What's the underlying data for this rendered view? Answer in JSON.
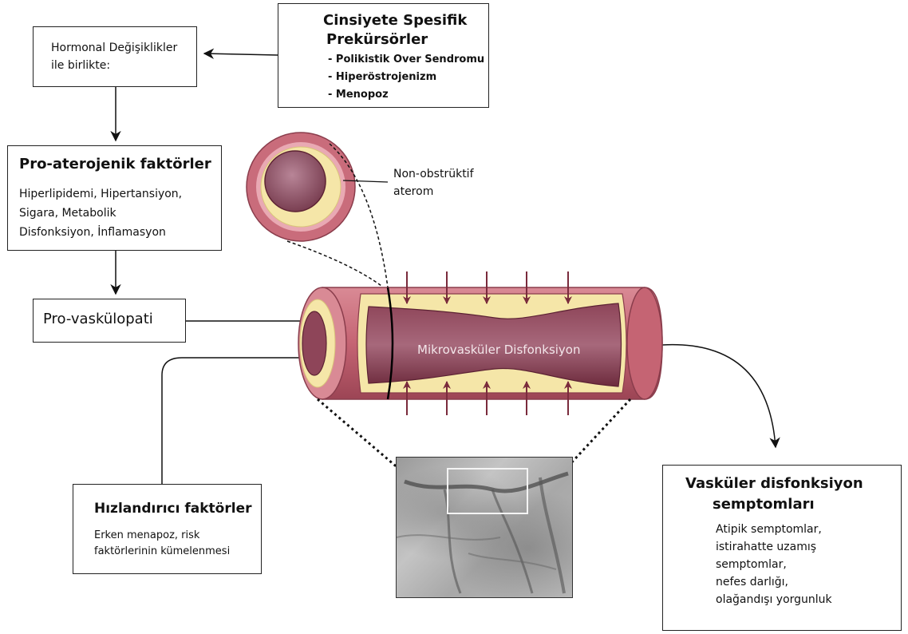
{
  "precursors": {
    "title_line1": "Cinsiyete Spesifik",
    "title_line2": "Prekürsörler",
    "items": [
      "- Polikistik Over Sendromu",
      "- Hiperöstrojenizm",
      "- Menopoz"
    ]
  },
  "hormonal": {
    "line1": "Hormonal Değişiklikler",
    "line2": "ile birlikte:"
  },
  "pro_atherogenic": {
    "title": "Pro-aterojenik faktörler",
    "lines": [
      "Hiperlipidemi, Hipertansiyon,",
      "Sigara, Metabolik",
      "Disfonksiyon, İnflamasyon"
    ]
  },
  "pro_vasculopathy": {
    "label": "Pro-vaskülopati"
  },
  "non_obstructive": {
    "line1": "Non-obstrüktif",
    "line2": "aterom"
  },
  "vessel": {
    "label": "Mikrovasküler Disfonksiyon"
  },
  "accelerating": {
    "title": "Hızlandırıcı faktörler",
    "lines": [
      "Erken menapoz, risk",
      "faktörlerinin kümelenmesi"
    ]
  },
  "symptoms": {
    "title_line1": "Vasküler disfonksiyon",
    "title_line2": "semptomları",
    "lines": [
      "Atipik semptomlar,",
      "istirahatte uzamış",
      "semptomlar,",
      "nefes darlığı,",
      "olağandışı yorgunluk"
    ]
  },
  "colors": {
    "vessel_outer": "#c76a78",
    "vessel_dark": "#8a3d4c",
    "plaque": "#f5e6a8",
    "lumen": "#7a3547",
    "arrow": "#7a2b3c"
  }
}
